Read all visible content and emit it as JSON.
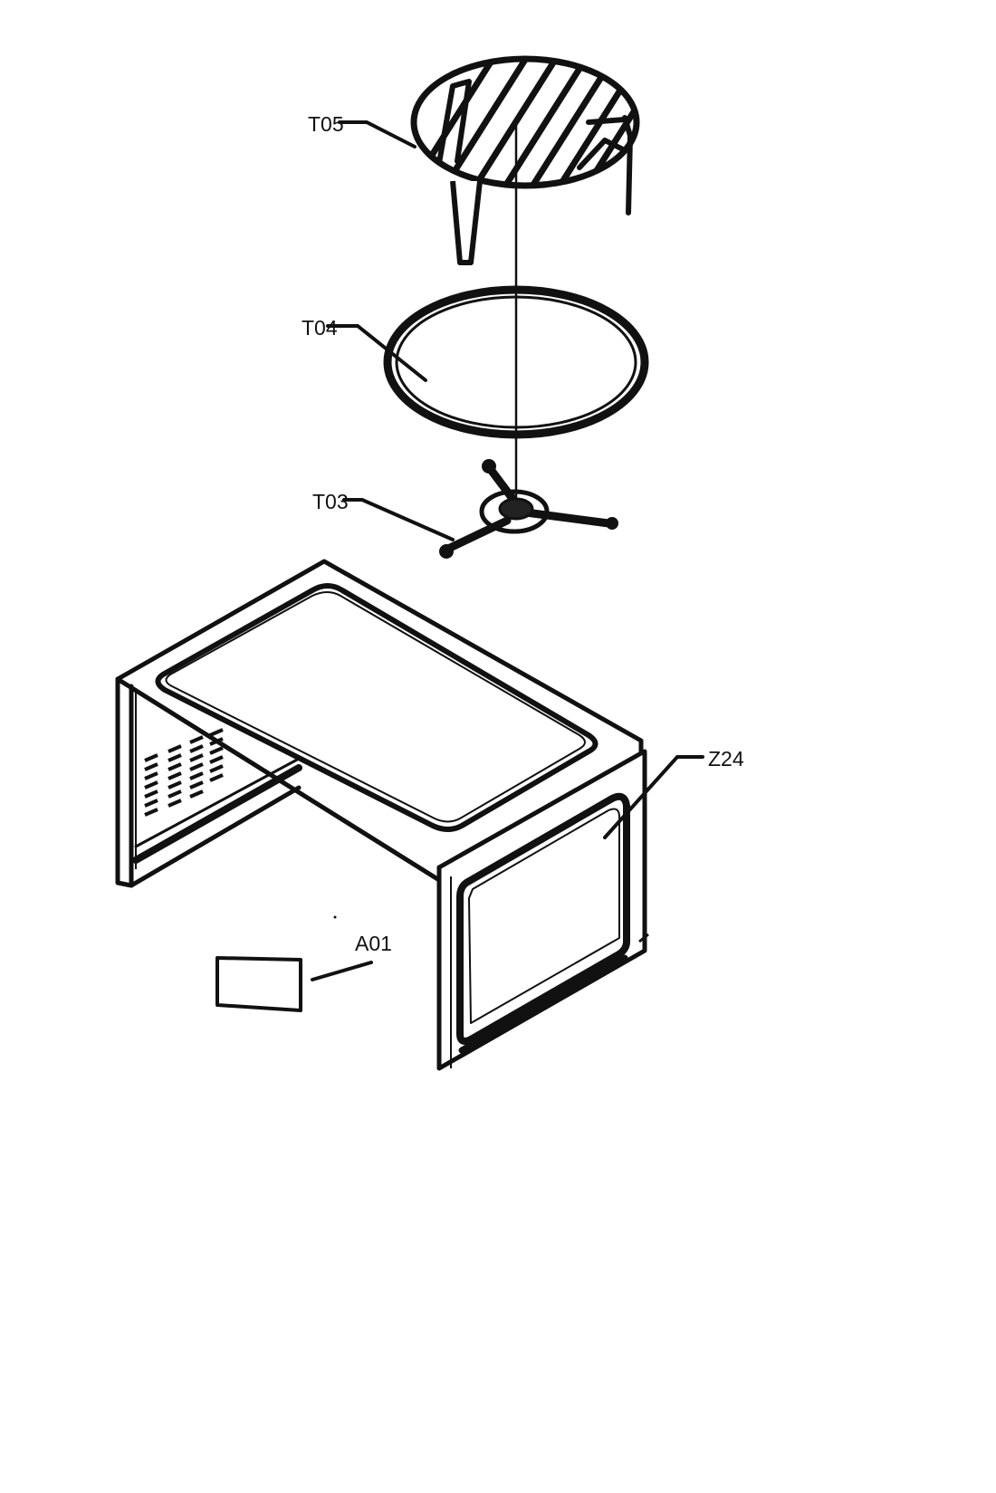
{
  "labels": {
    "t05": "T05",
    "t04": "T04",
    "t03": "T03",
    "z24": "Z24",
    "a01": "A01"
  },
  "colors": {
    "line": "#111111",
    "background": "#ffffff"
  }
}
